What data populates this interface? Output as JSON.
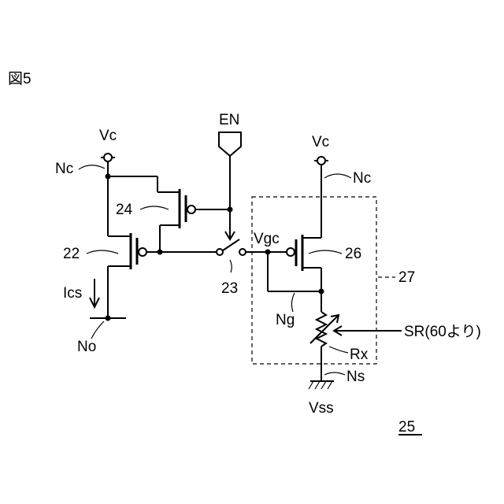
{
  "figure": {
    "title": "図5",
    "number": "25"
  },
  "labels": {
    "en": "EN",
    "vc_left": "Vc",
    "vc_right": "Vc",
    "nc_left": "Nc",
    "nc_right": "Nc",
    "t24": "24",
    "t22": "22",
    "sw23": "23",
    "t26": "26",
    "block27": "27",
    "vgc": "Vgc",
    "ng": "Ng",
    "ics": "Ics",
    "no": "No",
    "rx": "Rx",
    "ns": "Ns",
    "vss": "Vss",
    "sr": "SR(60より)"
  }
}
